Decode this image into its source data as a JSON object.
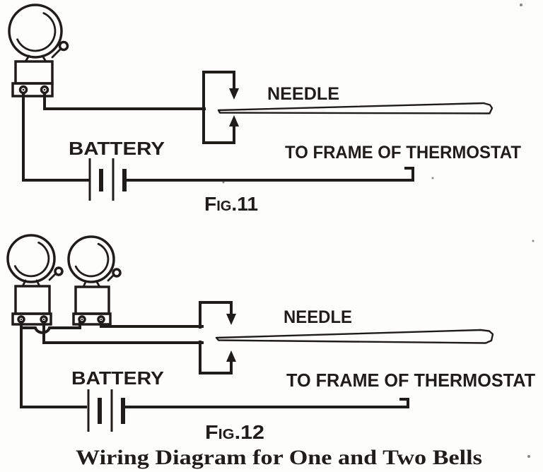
{
  "theme": {
    "ink": "#1f1d1a",
    "paper": "#fdfdfb"
  },
  "caption": "Wiring Diagram for One and Two Bells",
  "figures": [
    {
      "id": "fig-11",
      "label": "Fig.11",
      "bell_count": "1",
      "labels": {
        "needle": "NEEDLE",
        "battery": "BATTERY",
        "thermostat": "TO FRAME OF THERMOSTAT"
      }
    },
    {
      "id": "fig-12",
      "label": "Fig.12",
      "bell_count": "2",
      "labels": {
        "needle": "NEEDLE",
        "battery": "BATTERY",
        "thermostat": "TO FRAME OF THERMOSTAT"
      }
    }
  ]
}
